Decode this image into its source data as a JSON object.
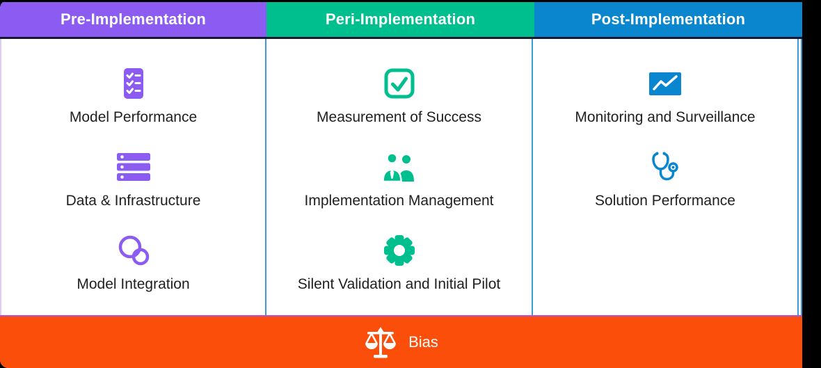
{
  "colors": {
    "pre_accent": "#8C5CF2",
    "peri_accent": "#00BF8E",
    "post_accent": "#0A86CF",
    "bias_accent": "#FB4E0A",
    "divider": "#3E9AD5",
    "left_edge": "#DCCDF5",
    "header_underline": "#17172D",
    "bias_topline": "#B44FD6",
    "label_text": "#1F1F1F",
    "header_text": "#FFFFFF",
    "panel_bg": "#FFFFFF",
    "frame_bg": "#000000"
  },
  "columns": [
    {
      "title": "Pre-Implementation",
      "items": [
        {
          "icon": "checklist-icon",
          "label": "Model Performance"
        },
        {
          "icon": "server-stack-icon",
          "label": "Data & Infrastructure"
        },
        {
          "icon": "linked-rings-icon",
          "label": "Model Integration"
        }
      ]
    },
    {
      "title": "Peri-Implementation",
      "items": [
        {
          "icon": "checkbox-icon",
          "label": "Measurement of Success"
        },
        {
          "icon": "team-icon",
          "label": "Implementation Management"
        },
        {
          "icon": "gear-icon",
          "label": "Silent Validation and Initial Pilot"
        }
      ]
    },
    {
      "title": "Post-Implementation",
      "items": [
        {
          "icon": "line-chart-icon",
          "label": "Monitoring and Surveillance"
        },
        {
          "icon": "stethoscope-icon",
          "label": "Solution Performance"
        }
      ]
    }
  ],
  "bias_bar": {
    "icon": "scales-icon",
    "label": "Bias"
  }
}
